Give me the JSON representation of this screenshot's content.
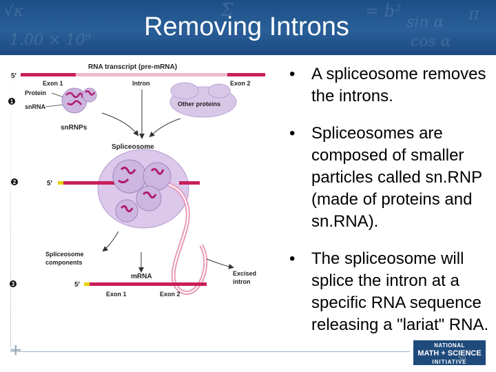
{
  "slide": {
    "title": "Removing Introns",
    "background_symbols": [
      "√κ",
      "sin α",
      "= b²",
      "1.00 × 10⁹",
      "cos α",
      "Σ",
      "π"
    ]
  },
  "diagram": {
    "top_label": "RNA transcript (pre-mRNA)",
    "five_prime": "5′",
    "exon1": "Exon 1",
    "intron": "Intron",
    "exon2": "Exon 2",
    "protein": "Protein",
    "snrna": "snRNA",
    "other_proteins": "Other proteins",
    "snrnps": "snRNPs",
    "spliceosome": "Spliceosome",
    "components_line1": "Spliceosome",
    "components_line2": "components",
    "mrna": "mRNA",
    "excised_line1": "Excised",
    "excised_line2": "intron",
    "step1": "1",
    "step2": "2",
    "step3": "3"
  },
  "bullets": [
    {
      "marker": "•",
      "text": "A spliceosome removes the introns."
    },
    {
      "marker": "•",
      "text": "Spliceosomes are composed of smaller particles called sn.RNP (made of proteins and sn.RNA)."
    },
    {
      "marker": "•",
      "text": "The spliceosome will splice the intron at a specific RNA sequence releasing a \"lariat\" RNA."
    }
  ],
  "footer": {
    "logo_line1": "NATIONAL",
    "logo_line2": "MATH + SCIENCE",
    "logo_line3": "INITIATIVE",
    "page_number": "20"
  },
  "colors": {
    "header_blue": "#1f4f86",
    "exon": "#c81e5a",
    "intron": "#f0b9ce",
    "yellow_cap": "#e6d200",
    "spliceosome": "#dcc8ea",
    "snrnp": "#cdb6e0",
    "snrna": "#b01c6e"
  }
}
